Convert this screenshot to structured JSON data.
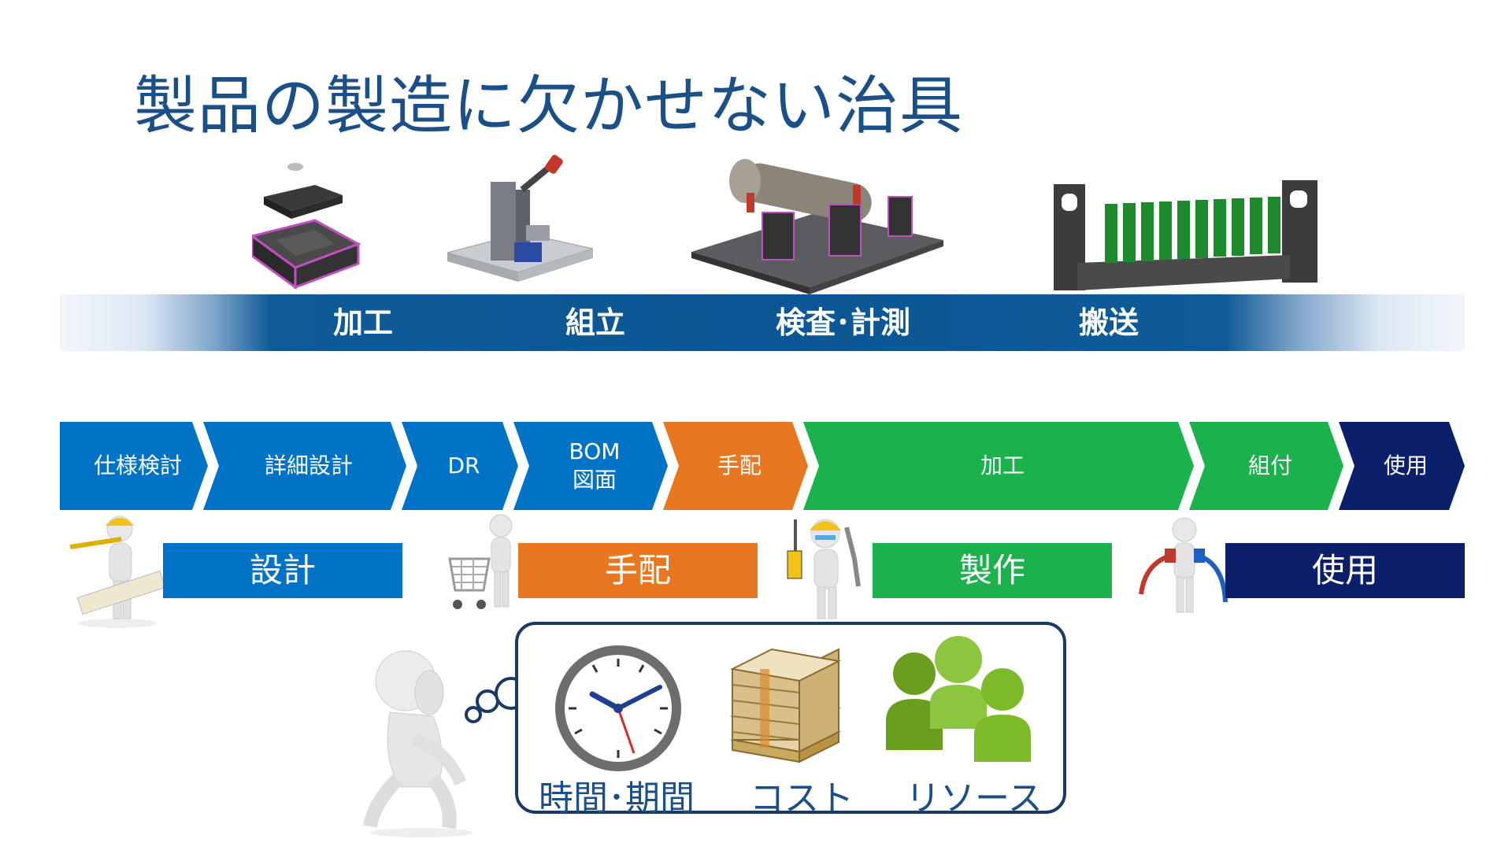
{
  "title": "製品の製造に欠かせない治具",
  "stages": {
    "machining": "加工",
    "assembly": "組立",
    "inspection": "検査･計測",
    "transport": "搬送"
  },
  "process_steps": [
    {
      "label": "仕様検討",
      "color": "#0073c6"
    },
    {
      "label": "詳細設計",
      "color": "#0073c6"
    },
    {
      "label": "DR",
      "color": "#0073c6"
    },
    {
      "label_line1": "BOM",
      "label_line2": "図面",
      "color": "#0073c6"
    },
    {
      "label": "手配",
      "color": "#e87722"
    },
    {
      "label": "加工",
      "color": "#1bb24d"
    },
    {
      "label": "組付",
      "color": "#1bb24d"
    },
    {
      "label": "使用",
      "color": "#0b1f6b"
    }
  ],
  "phases": {
    "design": "設計",
    "order": "手配",
    "production": "製作",
    "use": "使用"
  },
  "concerns": {
    "time": "時間･期間",
    "cost": "コスト",
    "resource": "リソース"
  },
  "icons": [
    "machining-jig-icon",
    "clamp-jig-icon",
    "inspection-fixture-icon",
    "transport-rack-icon",
    "designer-figure-icon",
    "cart-figure-icon",
    "worker-figure-icon",
    "plug-figure-icon",
    "thinking-figure-icon",
    "clock-icon",
    "money-stack-icon",
    "people-icon"
  ]
}
